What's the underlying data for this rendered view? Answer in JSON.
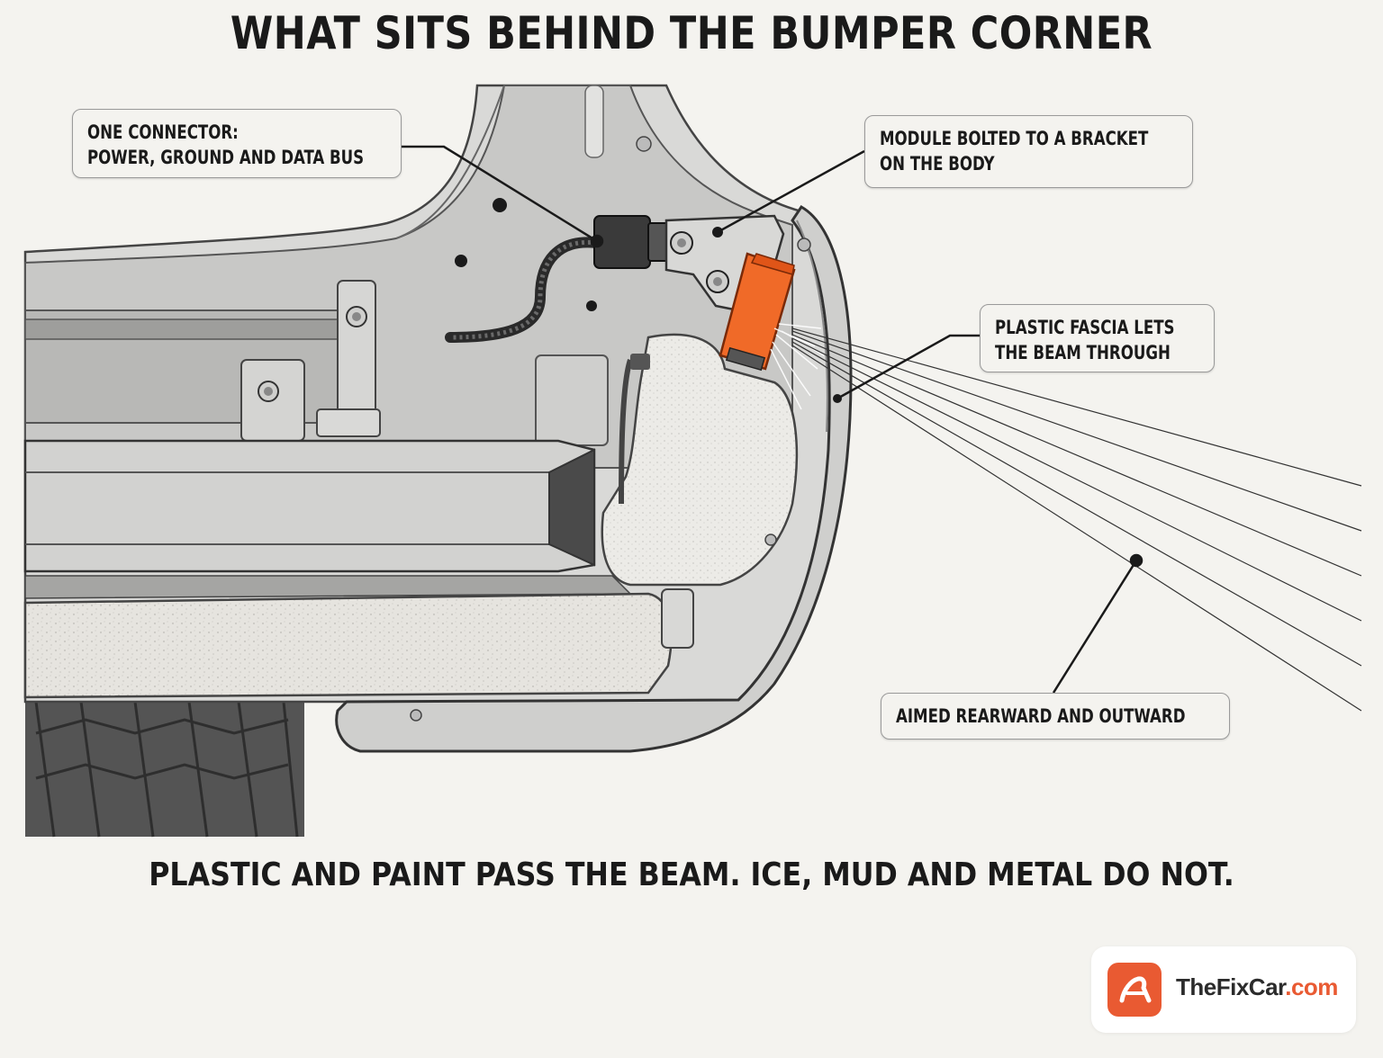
{
  "title": "WHAT SITS BEHIND THE BUMPER CORNER",
  "callouts": {
    "connector": {
      "line1": "ONE CONNECTOR:",
      "line2": "POWER, GROUND AND DATA BUS"
    },
    "module": {
      "line1": "MODULE BOLTED TO A BRACKET",
      "line2": "ON THE BODY"
    },
    "fascia": {
      "line1": "PLASTIC FASCIA LETS",
      "line2": "THE BEAM THROUGH"
    },
    "aim": {
      "line1": "AIMED REARWARD AND OUTWARD"
    }
  },
  "bottom_caption": "PLASTIC AND PAINT PASS THE BEAM. ICE, MUD AND METAL DO NOT.",
  "logo": {
    "name": "TheFixCar",
    "tld": ".com",
    "icon": "tfc-logo-icon"
  },
  "colors": {
    "module": "#f06a28",
    "accent": "#e95a32",
    "background": "#f4f3ef"
  }
}
